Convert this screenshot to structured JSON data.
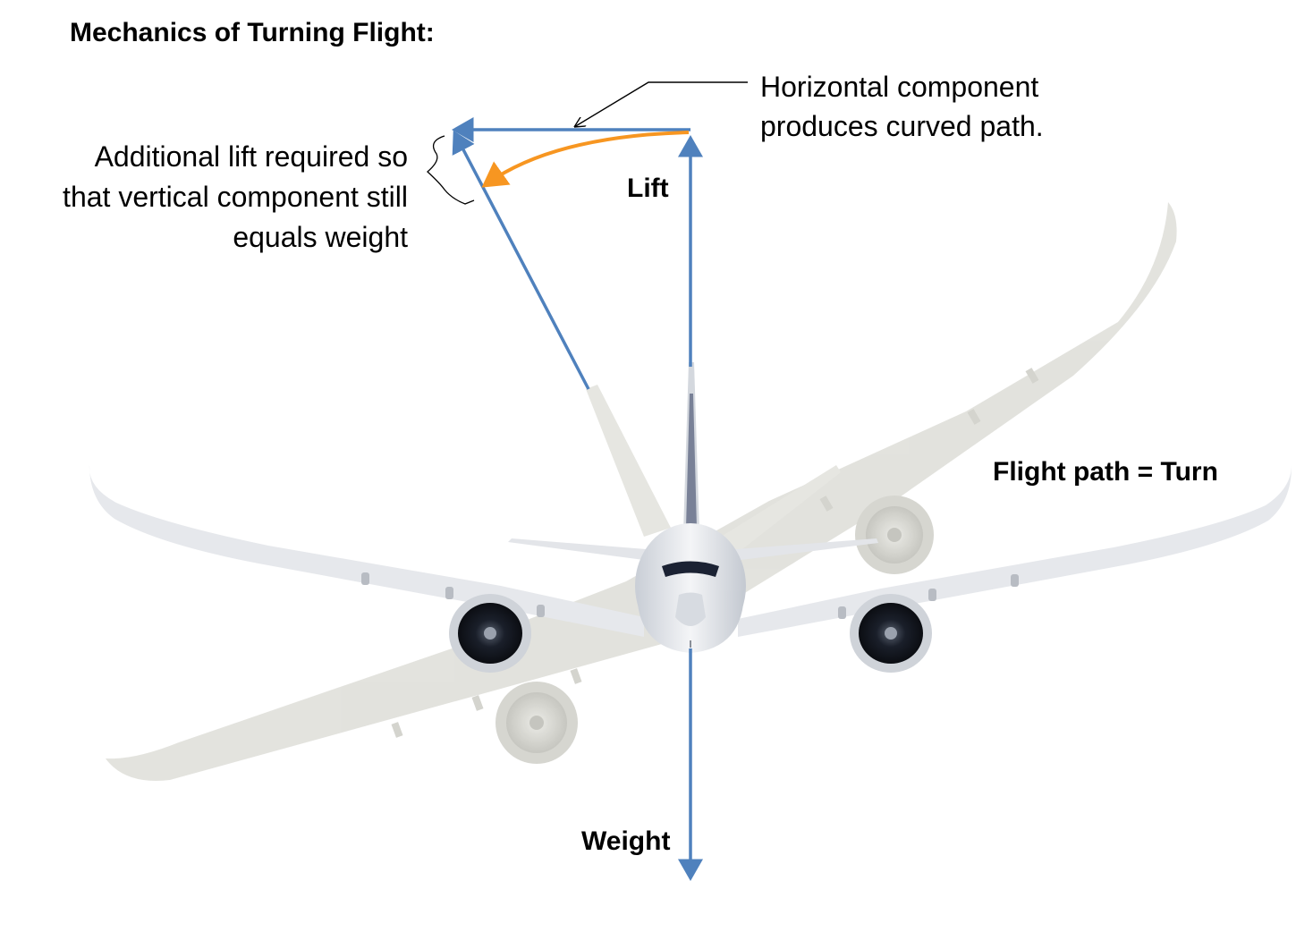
{
  "title": "Mechanics of Turning Flight:",
  "labels": {
    "horizontal_line1": "Horizontal component",
    "horizontal_line2": "produces curved path.",
    "additional_line1": "Additional lift required so",
    "additional_line2": "that vertical component still",
    "additional_line3": "equals weight",
    "lift": "Lift",
    "weight": "Weight",
    "flight_path": "Flight path = Turn"
  },
  "colors": {
    "vector": "#4F81BD",
    "curve": "#F79621",
    "leader": "#000000",
    "ghost_aircraft": "#D9D9D2",
    "aircraft_body": "#E6E8EC",
    "engine_inlet": "#1A1F2A"
  },
  "icons": {
    "aircraft": "airliner-front-view-icon",
    "ghost_aircraft": "banked-airliner-silhouette-icon"
  }
}
